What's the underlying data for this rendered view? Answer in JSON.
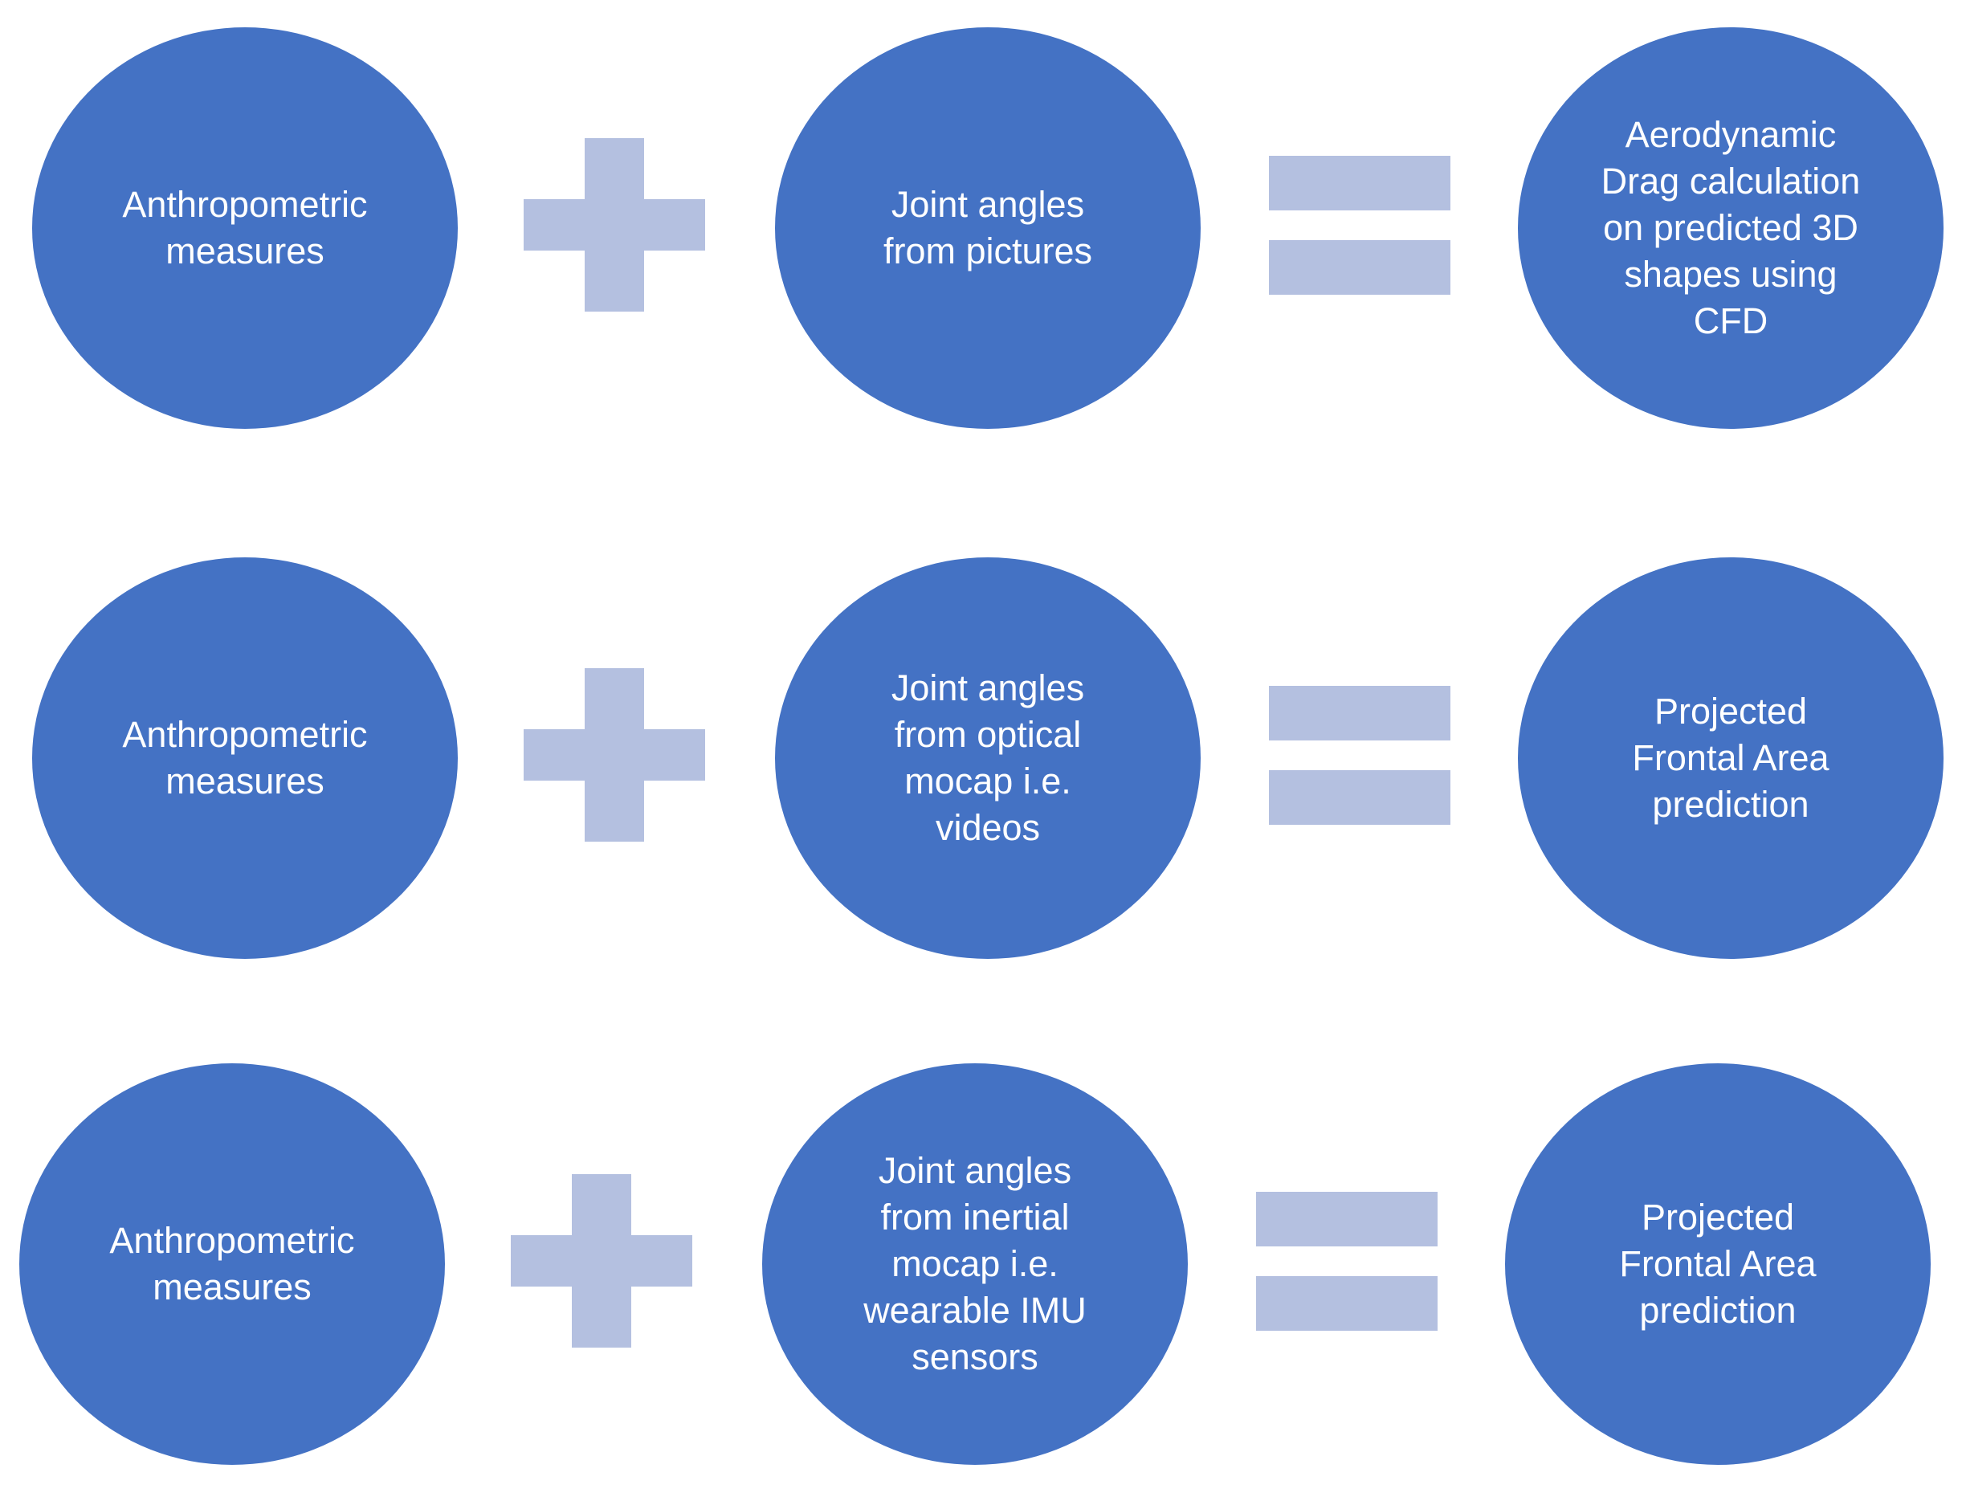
{
  "colors": {
    "circle_fill": "#4472c4",
    "operator_fill": "#b4c0e0",
    "text": "#ffffff",
    "background": "#ffffff"
  },
  "rows": [
    {
      "input1": "Anthropometric\nmeasures",
      "operator1": "plus",
      "input2": "Joint angles\nfrom pictures",
      "operator2": "equals",
      "output": "Aerodynamic\nDrag calculation\non predicted 3D\nshapes using\nCFD"
    },
    {
      "input1": "Anthropometric\nmeasures",
      "operator1": "plus",
      "input2": "Joint angles\nfrom optical\nmocap i.e.\nvideos",
      "operator2": "equals",
      "output": "Projected\nFrontal Area\nprediction"
    },
    {
      "input1": "Anthropometric\nmeasures",
      "operator1": "plus",
      "input2": "Joint angles\nfrom inertial\nmocap i.e.\nwearable IMU\nsensors",
      "operator2": "equals",
      "output": "Projected\nFrontal Area\nprediction"
    }
  ]
}
